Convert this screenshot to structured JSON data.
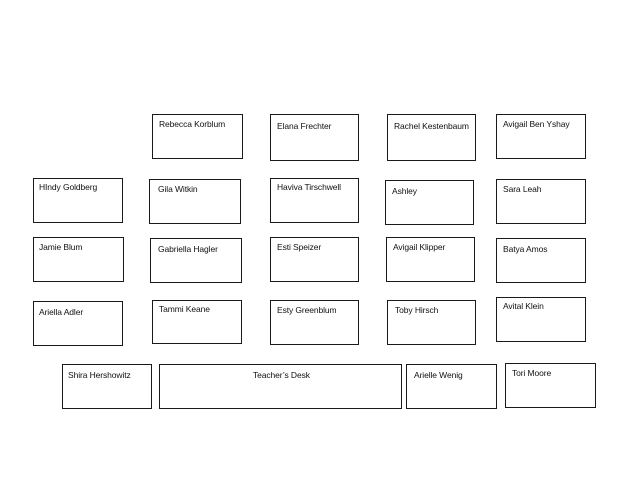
{
  "seating_chart": {
    "row1": {
      "seat1": "Rebecca Korblum",
      "seat2": "Elana Frechter",
      "seat3": "Rachel Kestenbaum",
      "seat4": "Avigail Ben Yshay"
    },
    "row2": {
      "seat0": "HIndy Goldberg",
      "seat1": "Gila Witkin",
      "seat2": "Haviva Tirschwell",
      "seat3": "Ashley",
      "seat4": "Sara Leah"
    },
    "row3": {
      "seat0": "Jamie Blum",
      "seat1": "Gabriella Hagler",
      "seat2": "Esti Speizer",
      "seat3": "Avigail Klipper",
      "seat4": "Batya Amos"
    },
    "row4": {
      "seat0": "Ariella Adler",
      "seat1": "Tammi Keane",
      "seat2": "Esty Greenblum",
      "seat3": "Toby Hirsch",
      "seat4": "Avital Klein"
    },
    "row5": {
      "seat0": "Shira Hershowitz",
      "teacher_desk": "Teacher’s Desk",
      "seat3": "Arielle Wenig",
      "seat4": "Tori Moore"
    }
  }
}
